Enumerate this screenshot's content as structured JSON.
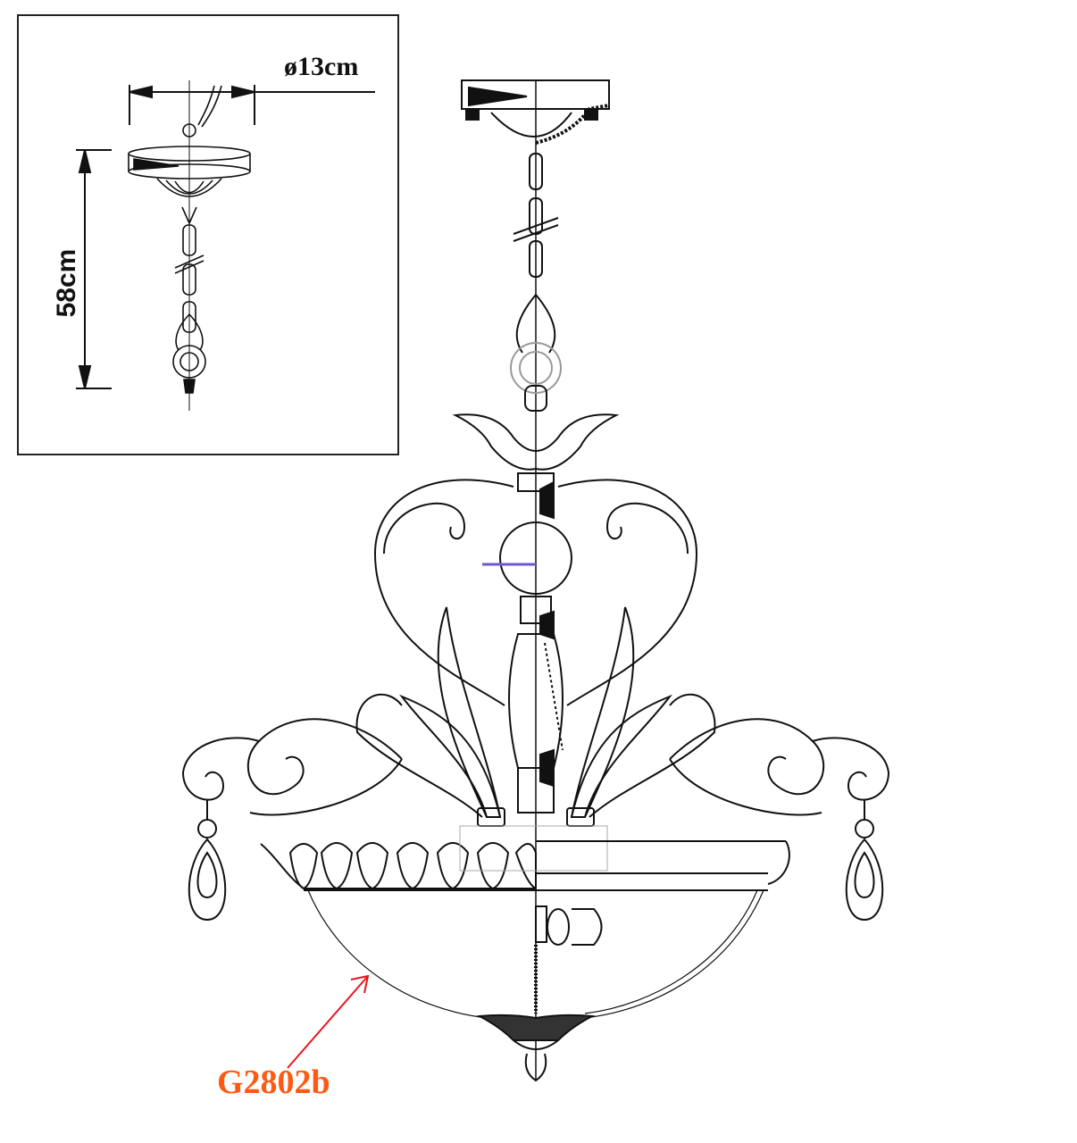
{
  "inset": {
    "diameter_label": "ø13cm",
    "height_label": "58cm"
  },
  "main": {
    "model_label": "G2802b",
    "arrow_color": "#e8141e",
    "model_color": "#ff5a14"
  }
}
